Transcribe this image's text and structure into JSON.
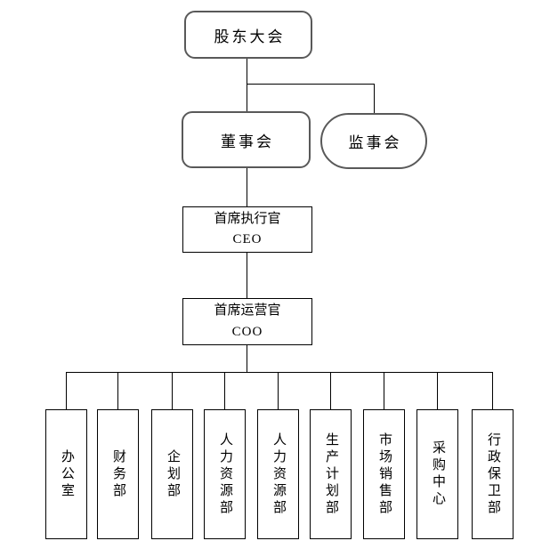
{
  "diagram": {
    "type": "org-chart",
    "nodes": {
      "shareholders": {
        "label": "股东大会"
      },
      "board": {
        "label": "董事会"
      },
      "supervisory": {
        "label": "监事会"
      },
      "ceo": {
        "title": "首席执行官",
        "abbr": "CEO"
      },
      "coo": {
        "title": "首席运营官",
        "abbr": "COO"
      }
    },
    "departments": [
      {
        "label": "办公室"
      },
      {
        "label": "财务部"
      },
      {
        "label": "企划部"
      },
      {
        "label": "人力资源部"
      },
      {
        "label": "人力资源部"
      },
      {
        "label": "生产计划部"
      },
      {
        "label": "市场销售部"
      },
      {
        "label": "采购中心"
      },
      {
        "label": "行政保卫部"
      }
    ],
    "colors": {
      "background": "#ffffff",
      "line": "#000000",
      "rounded_border": "#595959",
      "rect_border": "#000000",
      "text": "#000000"
    }
  }
}
